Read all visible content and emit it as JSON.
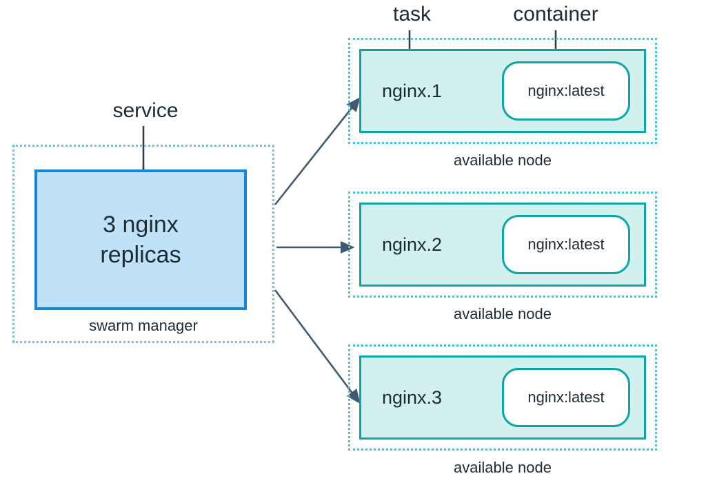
{
  "diagram": {
    "title_labels": {
      "service": "service",
      "task": "task",
      "container": "container"
    },
    "manager": {
      "service_lines": [
        "3 nginx",
        "replicas"
      ],
      "caption": "swarm manager"
    },
    "nodes": [
      {
        "task": "nginx.1",
        "container": "nginx:latest",
        "caption": "available node"
      },
      {
        "task": "nginx.2",
        "container": "nginx:latest",
        "caption": "available node"
      },
      {
        "task": "nginx.3",
        "container": "nginx:latest",
        "caption": "available node"
      }
    ],
    "colors": {
      "manager_dotted": "#6ec2ea",
      "node_dotted": "#45c2d5",
      "service_fill": "#bfe2f7",
      "service_border": "#1486d8",
      "node_fill": "#d2f1ee",
      "node_border": "#0ca6a6",
      "container_fill": "#ffffff",
      "container_border": "#0ca6a6",
      "arrow": "#3f5a6e",
      "pointer": "#2e3f4e",
      "text": "#1c2b36"
    }
  }
}
